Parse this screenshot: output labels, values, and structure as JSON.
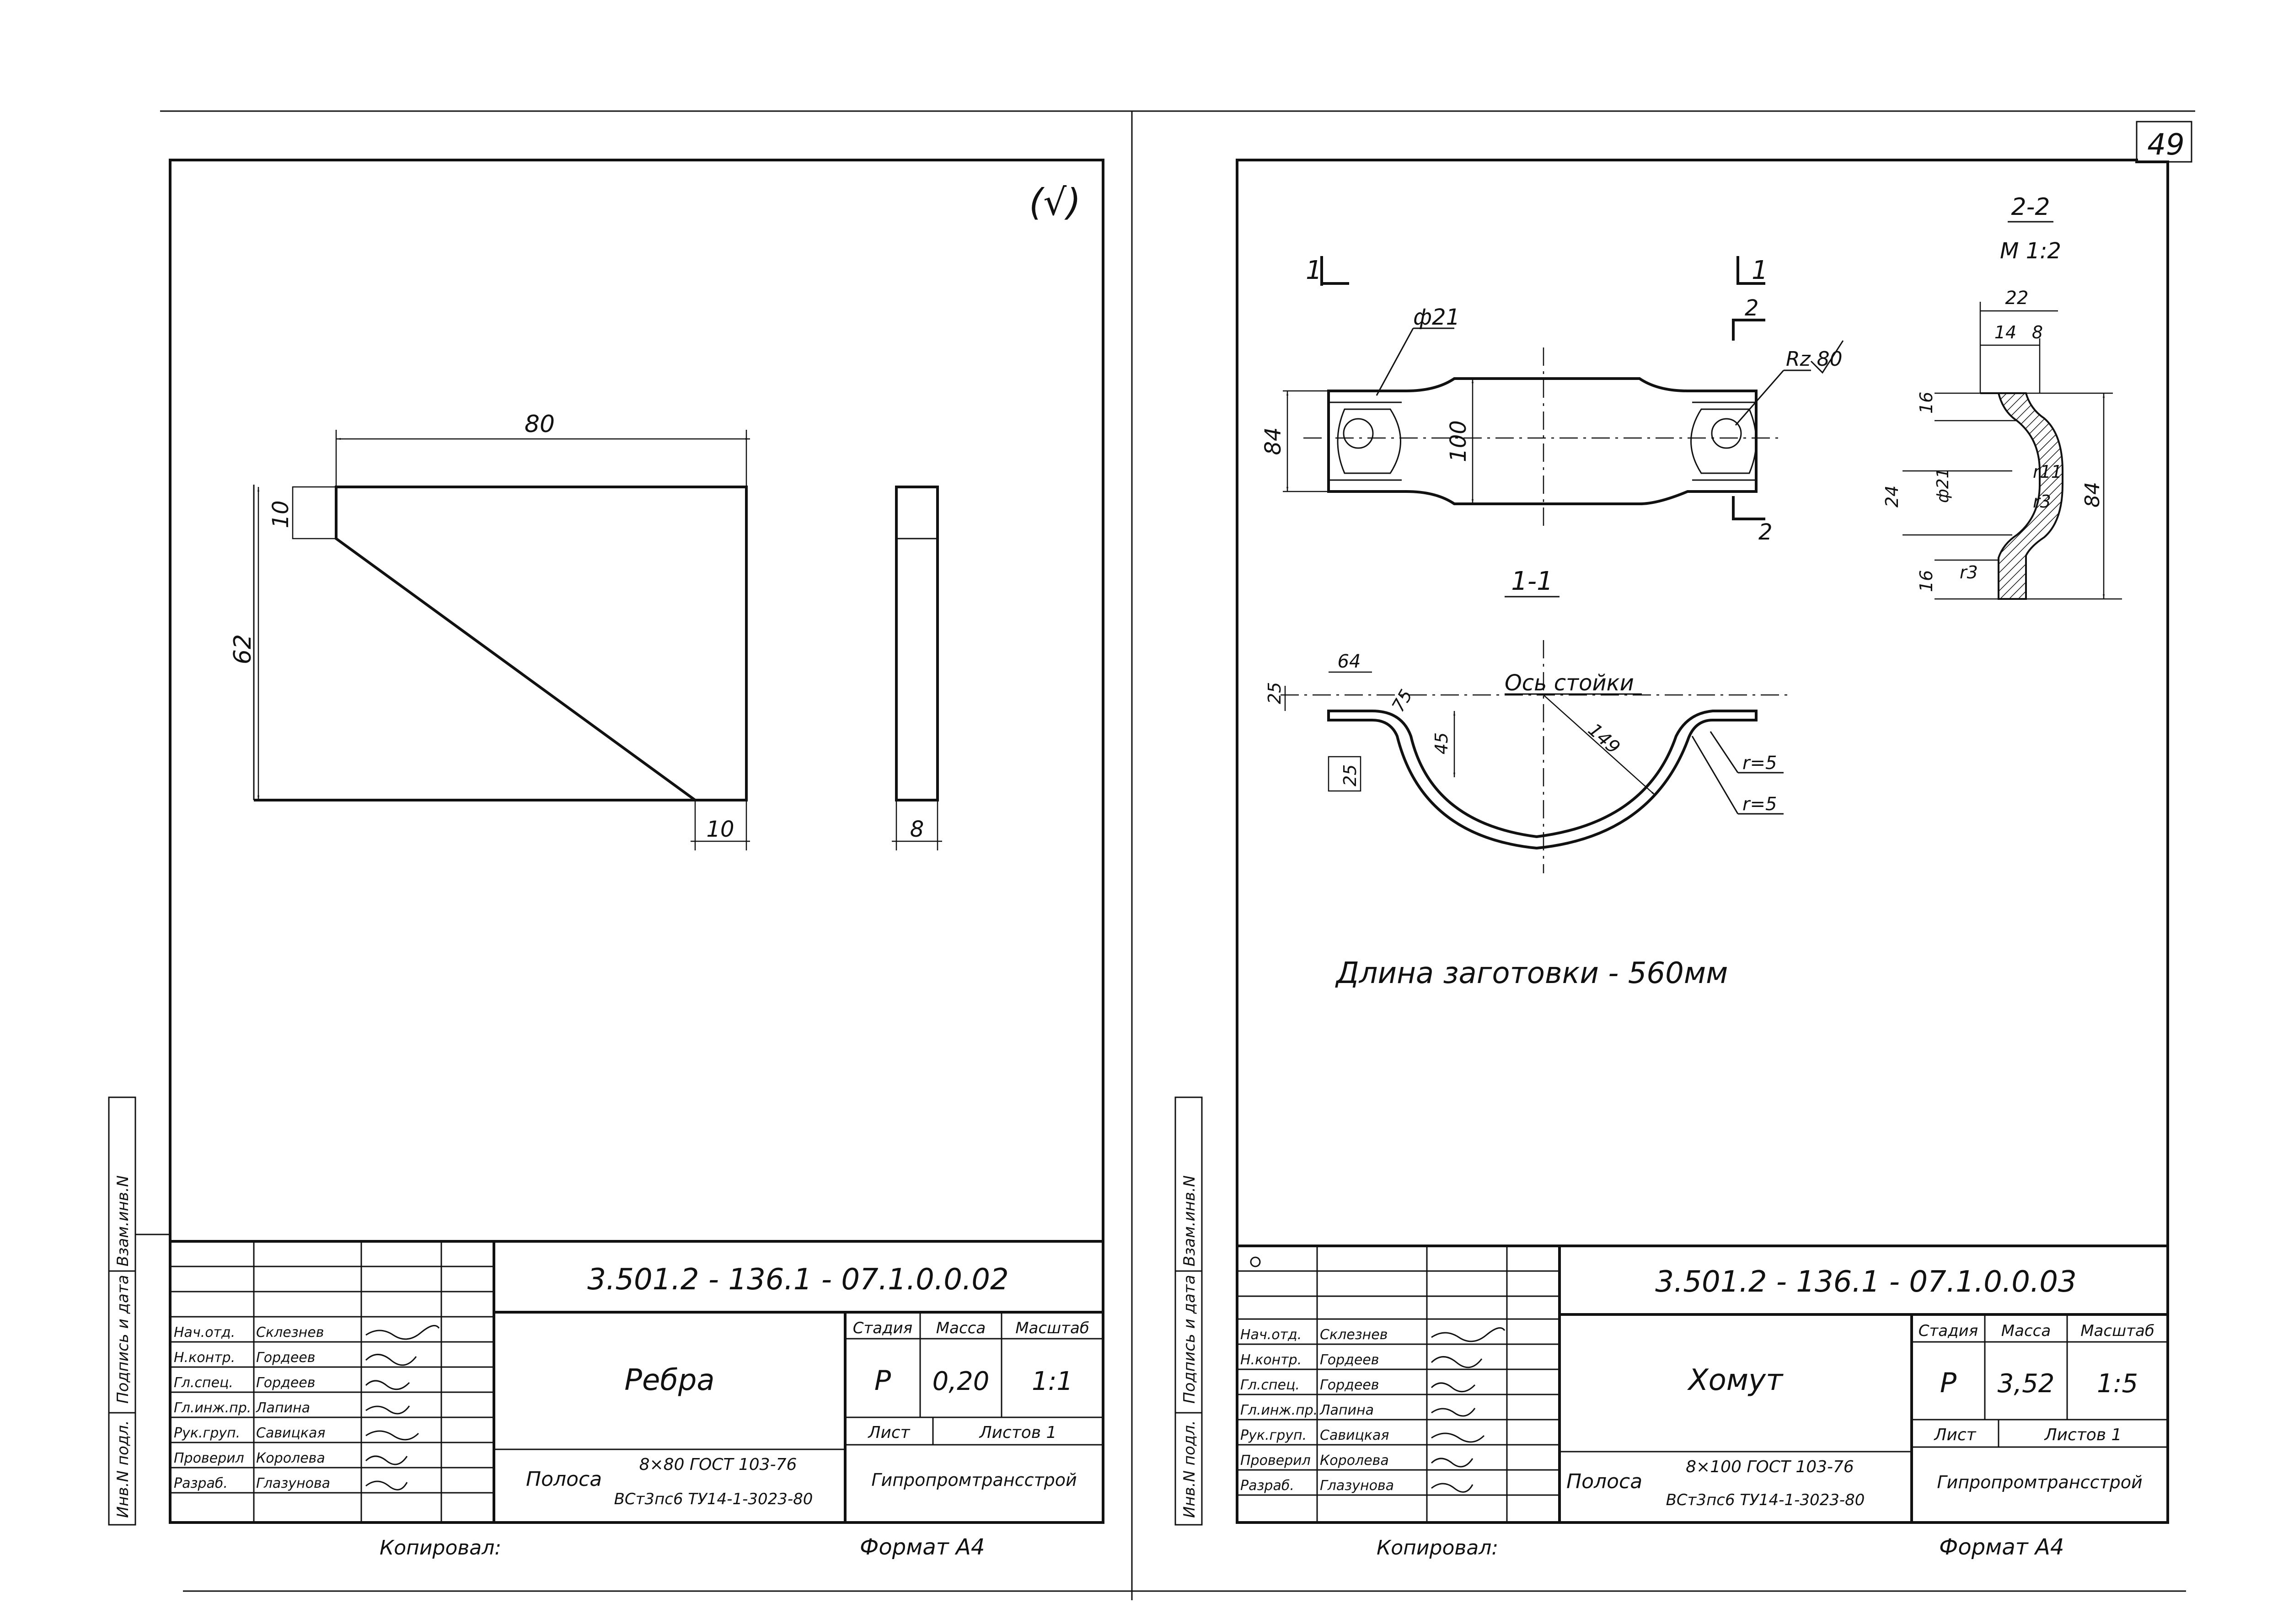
{
  "page_number": "49",
  "roughness_mark": "(√)",
  "left_sheet": {
    "dims": {
      "width_top": "80",
      "height": "62",
      "chamfer_vertical": "10",
      "chamfer_bottom": "10",
      "thickness": "8"
    },
    "side_labels": [
      "Инв.N подл.",
      "Подпись и дата",
      "Взам.инв.N"
    ],
    "title_block": {
      "code": "3.501.2 - 136.1 - 07.1.0.0.02",
      "name": "Ребра",
      "col_headers": [
        "Стадия",
        "Масса",
        "Масштаб"
      ],
      "stage": "Р",
      "mass": "0,20",
      "scale": "1:1",
      "sheet_label": "Лист",
      "sheets_label": "Листов 1",
      "material_prefix": "Полоса",
      "material_top": "8×80 ГОСТ 103-76",
      "material_bottom": "ВСт3пс6 ТУ14-1-3023-80",
      "organization": "Гипропромтрансстрой",
      "roles": [
        {
          "role": "Нач.отд.",
          "name": "Склезнев"
        },
        {
          "role": "Н.контр.",
          "name": "Гордеев"
        },
        {
          "role": "Гл.спец.",
          "name": "Гордеев"
        },
        {
          "role": "Гл.инж.пр.",
          "name": "Лапина"
        },
        {
          "role": "Рук.груп.",
          "name": "Савицкая"
        },
        {
          "role": "Проверил",
          "name": "Королева"
        },
        {
          "role": "Разраб.",
          "name": "Глазунова"
        }
      ],
      "copied": "Копировал:",
      "format": "Формат А4"
    }
  },
  "right_sheet": {
    "section_labels": {
      "cut_1_left": "1",
      "cut_1_right": "1",
      "cut_2_top": "2",
      "cut_2_bottom": "2",
      "section_11": "1-1",
      "section_22": "2-2",
      "scale_22": "М 1:2"
    },
    "plan_dims": {
      "hole": "ф21",
      "width_left": "84",
      "width_mid": "100",
      "roughness": "Rz 80"
    },
    "section11_dims": {
      "w64": "64",
      "h25a": "25",
      "h25b": "25",
      "d75": "75",
      "d45": "45",
      "r149": "149",
      "axis": "Ось стойки",
      "r5a": "r=5",
      "r5b": "r=5"
    },
    "section22_dims": {
      "w22": "22",
      "w14": "14",
      "w8": "8",
      "h16a": "16",
      "h24": "24",
      "hole21": "ф21",
      "h16b": "16",
      "h84": "84",
      "r11": "r11",
      "r3a": "r3",
      "r3b": "r3"
    },
    "note": "Длина заготовки - 560мм",
    "side_labels": [
      "Инв.N подл.",
      "Подпись и дата",
      "Взам.инв.N"
    ],
    "title_block": {
      "code": "3.501.2 - 136.1 - 07.1.0.0.03",
      "name": "Хомут",
      "col_headers": [
        "Стадия",
        "Масса",
        "Масштаб"
      ],
      "stage": "Р",
      "mass": "3,52",
      "scale": "1:5",
      "sheet_label": "Лист",
      "sheets_label": "Листов 1",
      "material_prefix": "Полоса",
      "material_top": "8×100 ГОСТ 103-76",
      "material_bottom": "ВСт3пс6 ТУ14-1-3023-80",
      "organization": "Гипропромтрансстрой",
      "roles": [
        {
          "role": "Нач.отд.",
          "name": "Склезнев"
        },
        {
          "role": "Н.контр.",
          "name": "Гордеев"
        },
        {
          "role": "Гл.спец.",
          "name": "Гордеев"
        },
        {
          "role": "Гл.инж.пр.",
          "name": "Лапина"
        },
        {
          "role": "Рук.груп.",
          "name": "Савицкая"
        },
        {
          "role": "Проверил",
          "name": "Королева"
        },
        {
          "role": "Разраб.",
          "name": "Глазунова"
        }
      ],
      "copied": "Копировал:",
      "format": "Формат А4"
    }
  }
}
